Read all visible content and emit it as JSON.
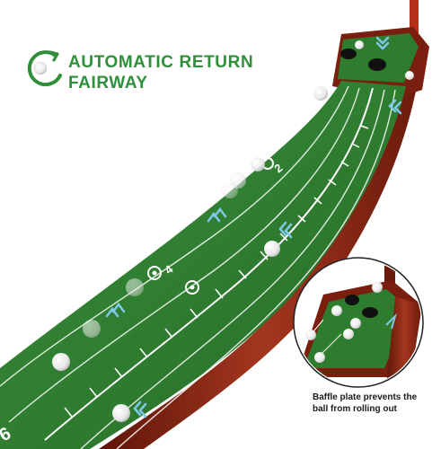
{
  "headline": {
    "line1": "AUTOMATIC RETURN",
    "line2": "FAIRWAY"
  },
  "inset_caption": {
    "line1": "Baffle plate prevents the",
    "line2": "ball from rolling out"
  },
  "mat_marks": {
    "distance_numbers": [
      "2",
      "4"
    ],
    "bottom_digits": "6"
  },
  "icons": [
    "return-arrow-icon",
    "chevron-arrows-icon",
    "golf-ball-icon"
  ],
  "colors": {
    "headline_green": "#2f8f3a",
    "mat_green": "#2e7d2e",
    "wood_red": "#8b2a1a",
    "arrow_blue": "#7fc8e8"
  }
}
